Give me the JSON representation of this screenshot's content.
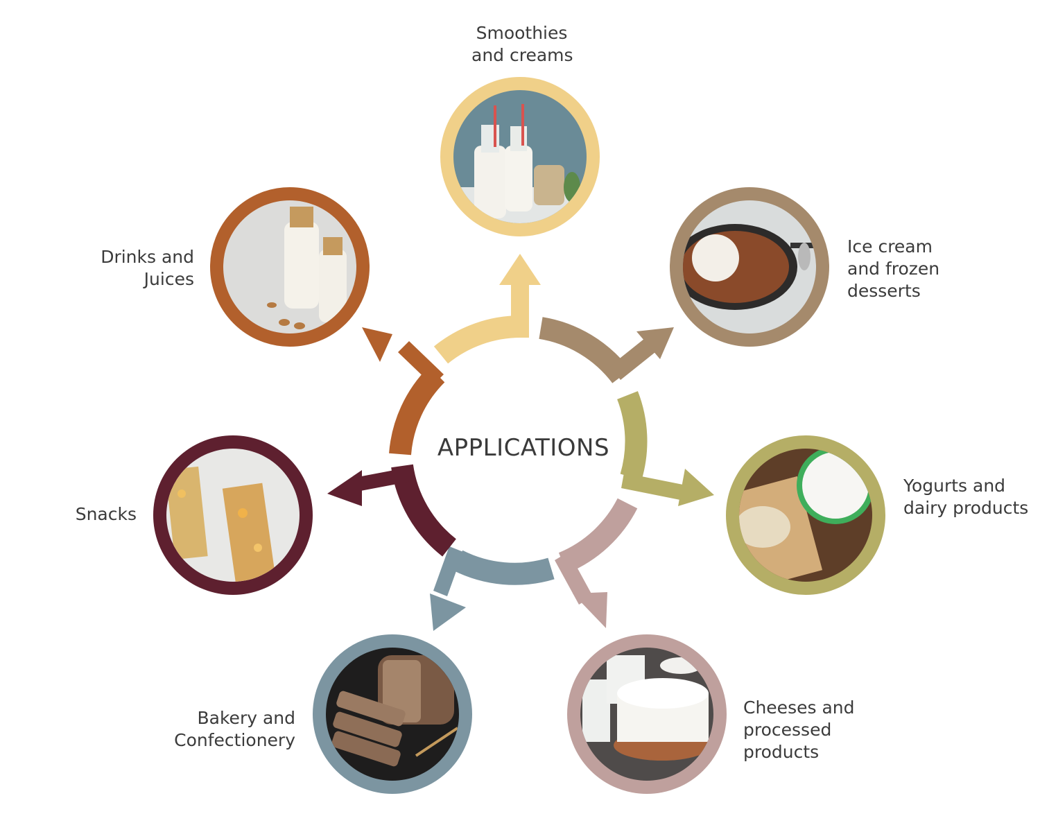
{
  "center": {
    "title": "APPLICATIONS"
  },
  "applications": [
    {
      "lines": [
        "Smoothies",
        "and creams"
      ],
      "color": "#f0d089",
      "icon": "milk-bottles-with-straws-image"
    },
    {
      "lines": [
        "Ice cream",
        "and frozen",
        "desserts"
      ],
      "color": "#a58a6c",
      "icon": "ice-cream-granola-skillet-image"
    },
    {
      "lines": [
        "Yogurts and",
        "dairy products"
      ],
      "color": "#b5ae66",
      "icon": "yogurt-and-oats-image"
    },
    {
      "lines": [
        "Cheeses and",
        "processed",
        "products"
      ],
      "color": "#bfa09d",
      "icon": "cheese-and-milk-image"
    },
    {
      "lines": [
        "Bakery and",
        "Confectionery"
      ],
      "color": "#7c95a1",
      "icon": "bread-loaf-image"
    },
    {
      "lines": [
        "Snacks"
      ],
      "color": "#5e202f",
      "icon": "granola-bars-image"
    },
    {
      "lines": [
        "Drinks and",
        "Juices"
      ],
      "color": "#b2602c",
      "icon": "almond-milk-bottles-image"
    }
  ]
}
